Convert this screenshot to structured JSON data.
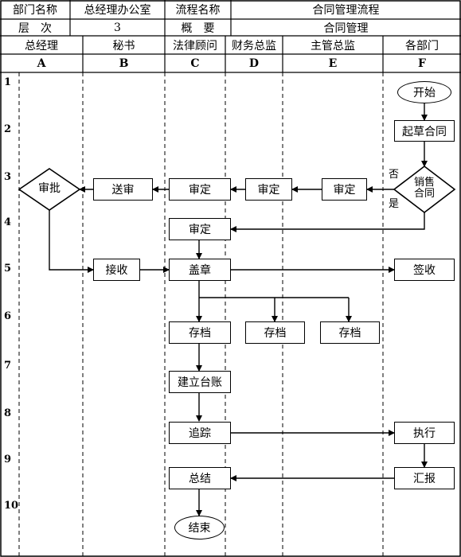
{
  "header": {
    "dept_label": "部门名称",
    "dept_value": "总经理办公室",
    "process_label": "流程名称",
    "process_value": "合同管理流程",
    "level_label": "层　次",
    "level_value": "3",
    "summary_label": "概　要",
    "summary_value": "合同管理"
  },
  "lanes": [
    {
      "name": "总经理",
      "letter": "A"
    },
    {
      "name": "秘书",
      "letter": "B"
    },
    {
      "name": "法律顾问",
      "letter": "C"
    },
    {
      "name": "财务总监",
      "letter": "D"
    },
    {
      "name": "主管总监",
      "letter": "E"
    },
    {
      "name": "各部门",
      "letter": "F"
    }
  ],
  "rows": [
    "1",
    "2",
    "3",
    "4",
    "5",
    "6",
    "7",
    "8",
    "9",
    "10"
  ],
  "nodes": {
    "start": "开始",
    "draft": "起草合同",
    "is_sales": "销售合同",
    "yes": "是",
    "no": "否",
    "approve": "审批",
    "submit": "送审",
    "legal_review": "审定",
    "finance_review": "审定",
    "supervisor_review": "审定",
    "legal_review_2": "审定",
    "receive": "接收",
    "stamp": "盖章",
    "sign": "签收",
    "archive_c": "存档",
    "archive_d": "存档",
    "archive_e": "存档",
    "ledger": "建立台账",
    "track": "追踪",
    "execute": "执行",
    "summary": "总结",
    "report": "汇报",
    "end": "结束"
  }
}
